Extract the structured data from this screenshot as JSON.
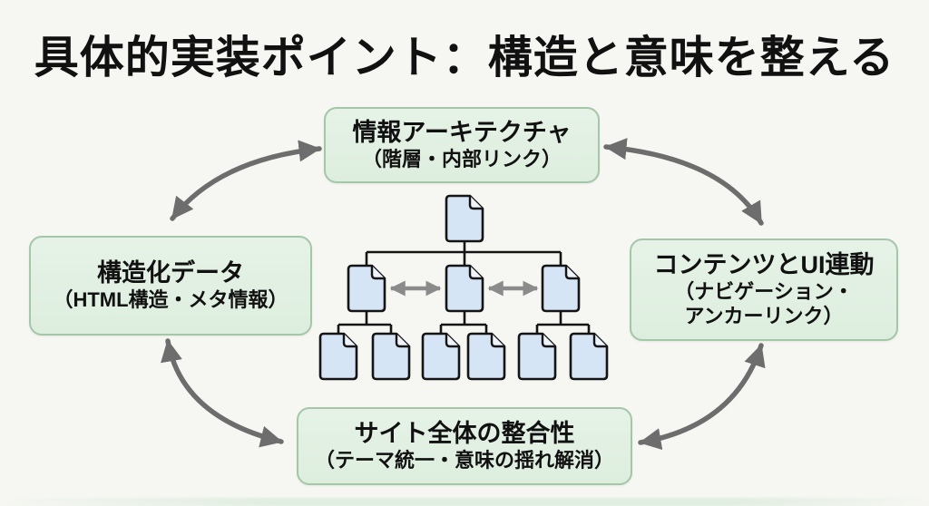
{
  "title": "具体的実装ポイント：構造と意味を整える",
  "nodes": {
    "top": {
      "lines": [
        "情報アーキテクチャ",
        "（階層・内部リンク）"
      ]
    },
    "left": {
      "lines": [
        "構造化データ",
        "（HTML構造・メタ情報）"
      ]
    },
    "right": {
      "lines": [
        "コンテンツとUI連動",
        "（ナビゲーション・",
        "アンカーリンク）"
      ]
    },
    "bottom": {
      "lines": [
        "サイト全体の整合性",
        "（テーマ統一・意味の揺れ解消）"
      ]
    }
  },
  "diagram": {
    "type": "sitemap-tree",
    "description": "three-level page hierarchy of document icons",
    "level_counts": [
      1,
      3,
      6
    ],
    "sibling_links": "double-headed arrows between level-2 pages",
    "cycle": "four curved double-headed arrows connect top, right, bottom and left boxes in a ring"
  },
  "colors": {
    "background": "#f6f7f2",
    "box_fill": "#ddeede",
    "box_border": "#a4c7a9",
    "text": "#111111",
    "cycle_arrow": "#6d6d6d",
    "link_arrow": "#8b8b8b",
    "doc_fill": "#d6e5f6",
    "doc_fold": "#edf4fb",
    "outline": "#141414"
  }
}
